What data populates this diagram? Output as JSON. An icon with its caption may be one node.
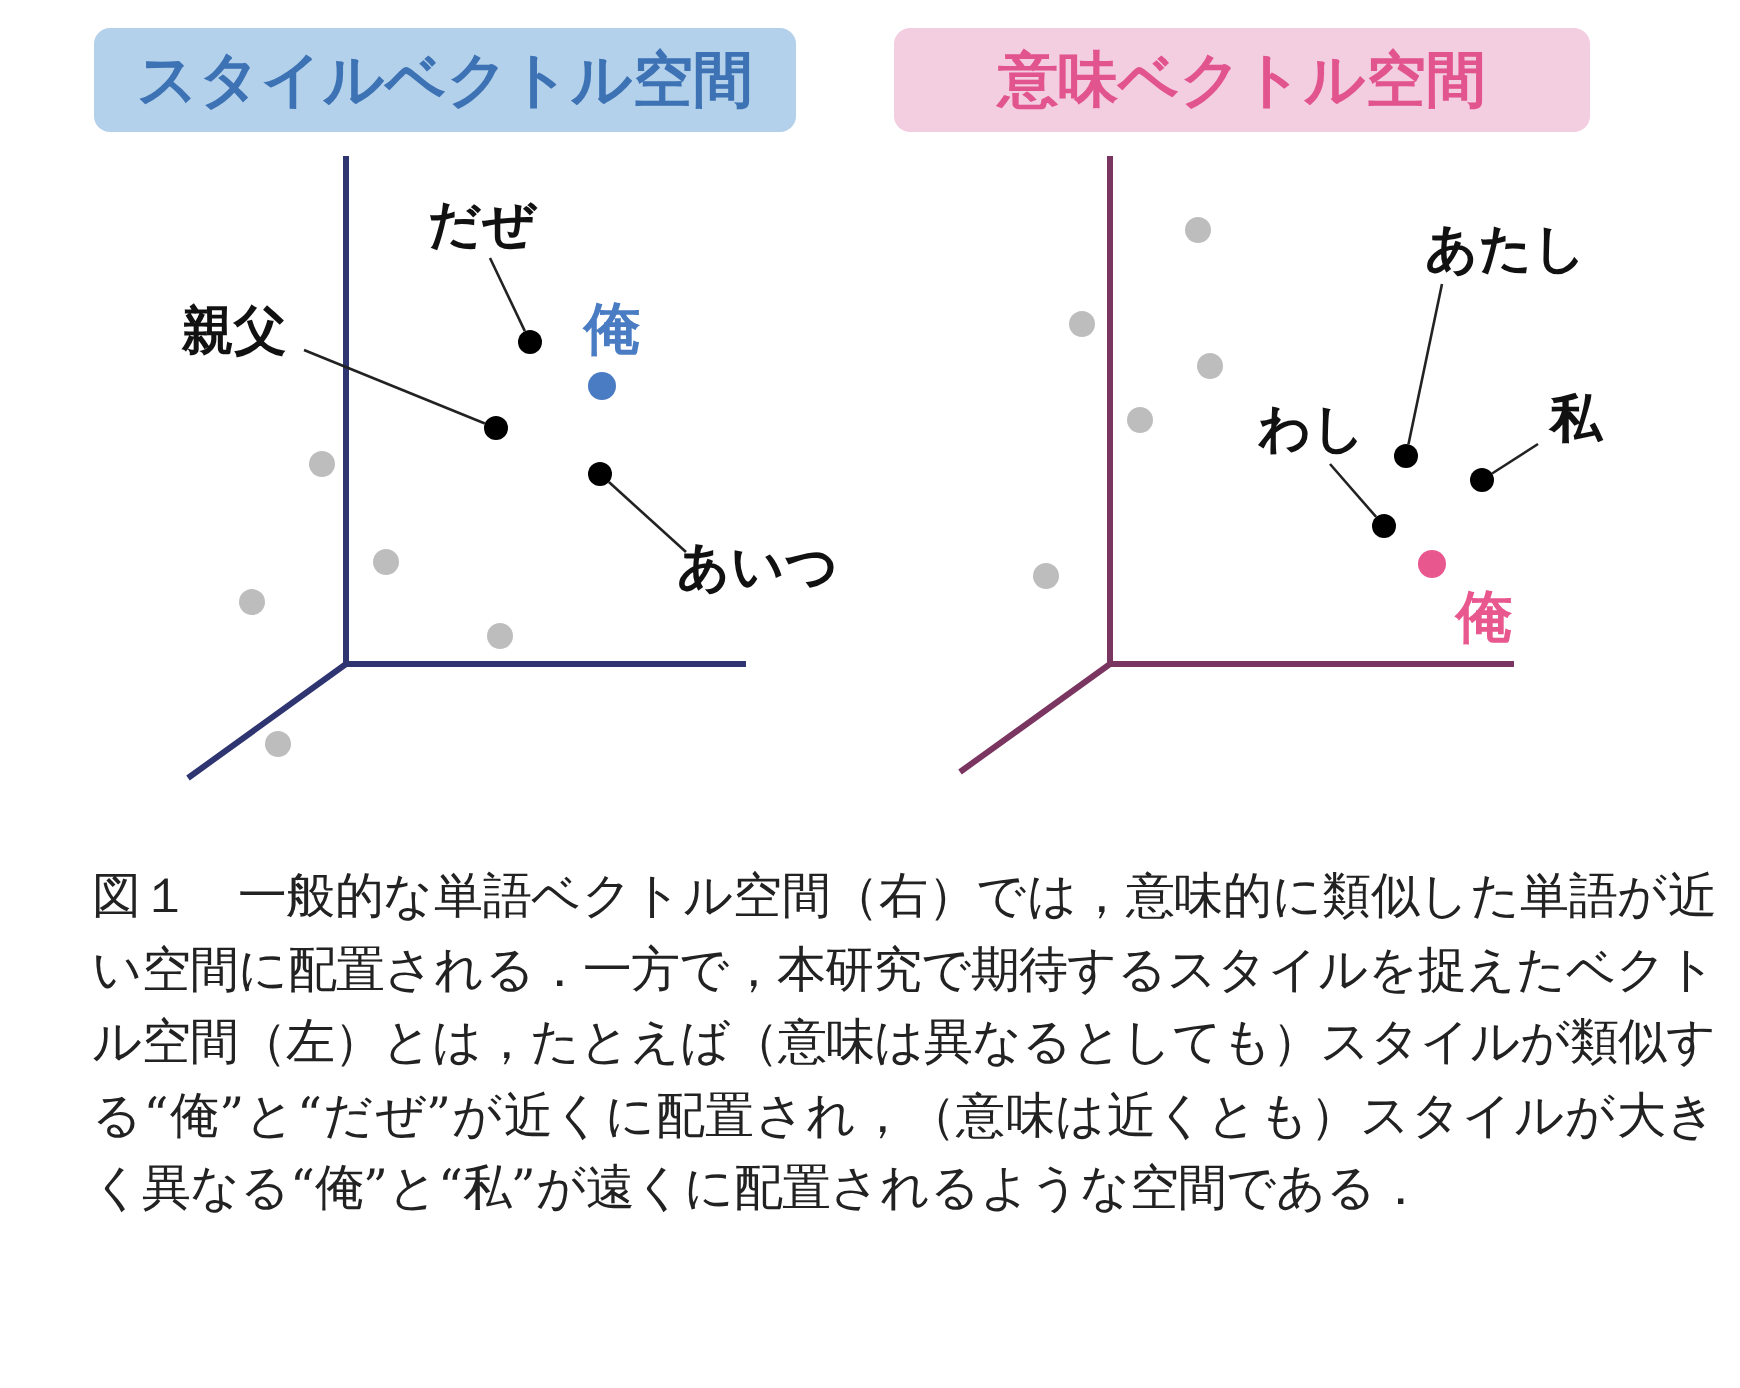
{
  "diagram": {
    "caption": "図１　一般的な単語ベクトル空間（右）では，意味的に類似した単語が近い空間に配置される．一方で，本研究で期待するスタイルを捉えたベクトル空間（左）とは，たとえば（意味は異なるとしても）スタイルが類似する“俺”と“だぜ”が近くに配置され，（意味は近くとも）スタイルが大きく異なる“俺”と“私”が遠くに配置されるような空間である．",
    "nodes": [
      {
        "text": [
          "スタイルベクトル空間"
        ]
      },
      {
        "text": [
          "意味ベクトル空間"
        ]
      },
      {
        "text": [
          "だぜ"
        ]
      },
      {
        "text": [],
        "shape": "circle"
      },
      {
        "text": [
          "親父"
        ]
      },
      {
        "text": [],
        "shape": "circle"
      },
      {
        "text": [
          "あいつ"
        ]
      },
      {
        "text": [],
        "shape": "circle"
      },
      {
        "text": [
          "あたし"
        ]
      },
      {
        "text": [],
        "shape": "circle"
      },
      {
        "text": [
          "わし"
        ]
      },
      {
        "text": [],
        "shape": "circle"
      },
      {
        "text": [
          "私"
        ]
      },
      {
        "text": [],
        "shape": "circle"
      }
    ],
    "edges": [
      {
        "from": 2,
        "to": 3,
        "arrow": "none"
      },
      {
        "from": 4,
        "to": 5,
        "arrow": "none"
      },
      {
        "from": 6,
        "to": 7,
        "arrow": "none"
      },
      {
        "from": 8,
        "to": 9,
        "arrow": "none"
      },
      {
        "from": 10,
        "to": 11,
        "arrow": "none"
      },
      {
        "from": 12,
        "to": 13,
        "arrow": "none"
      }
    ],
    "labels": [
      "俺",
      "俺"
    ]
  }
}
